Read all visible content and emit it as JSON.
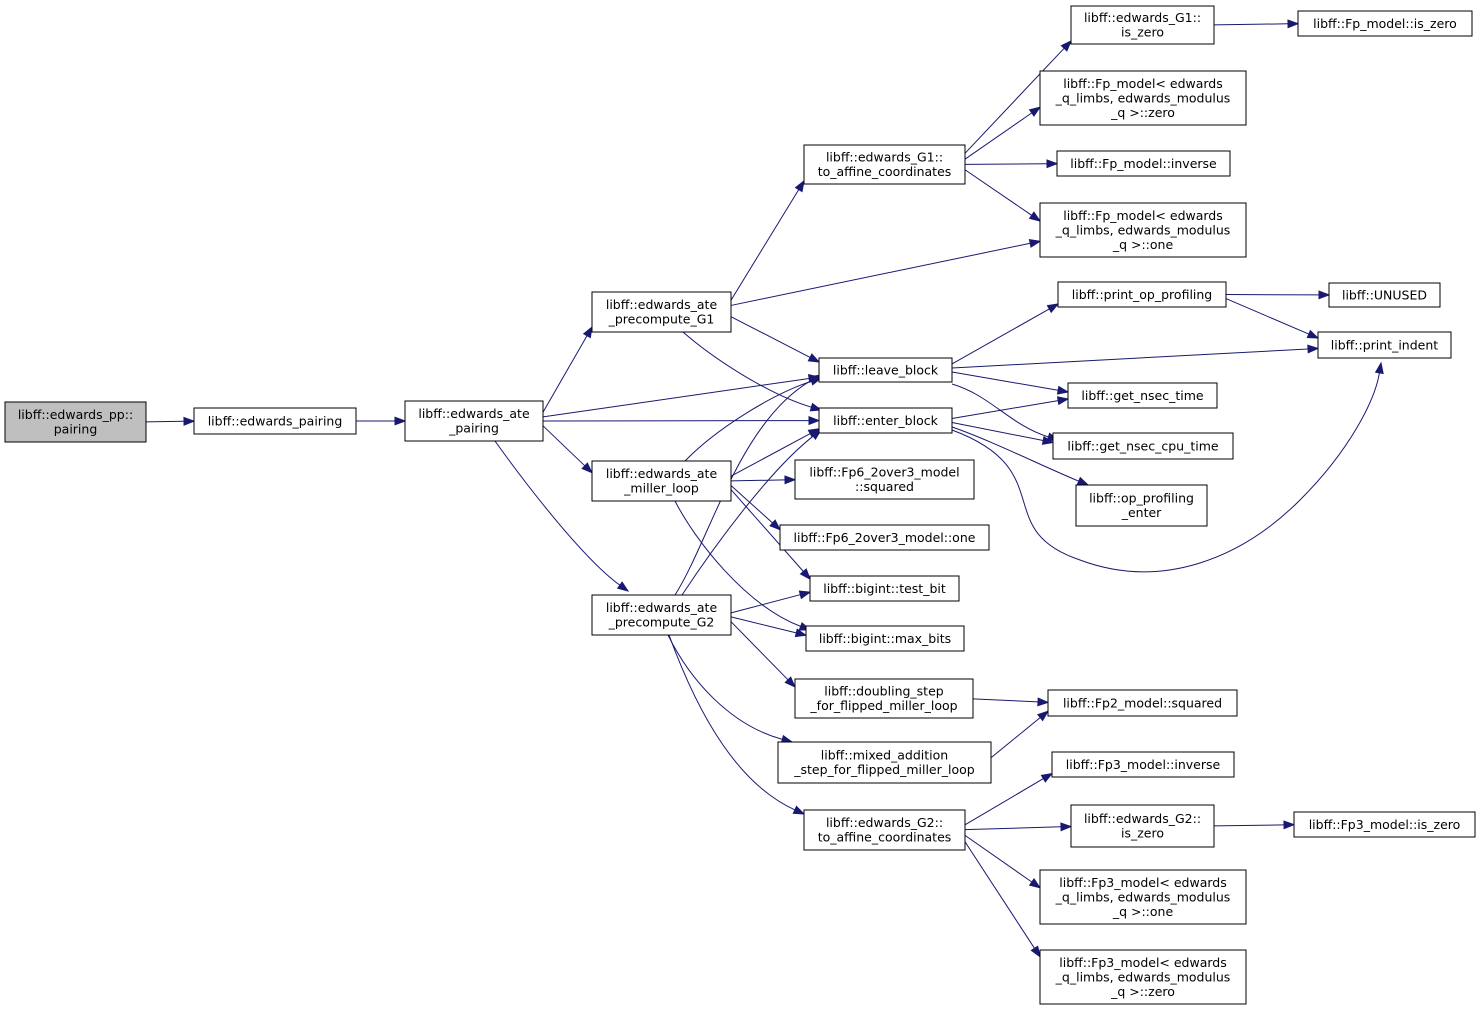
{
  "graph": {
    "edge_color": "#191970",
    "root_fill": "#bfbfbf",
    "node_fill": "#ffffff",
    "nodes": [
      {
        "id": "pp_pairing",
        "lines": [
          "libff::edwards_pp::",
          "pairing"
        ],
        "root": true
      },
      {
        "id": "edwards_pairing",
        "lines": [
          "libff::edwards_pairing"
        ]
      },
      {
        "id": "ate_pairing",
        "lines": [
          "libff::edwards_ate",
          "_pairing"
        ]
      },
      {
        "id": "precompute_G1",
        "lines": [
          "libff::edwards_ate",
          "_precompute_G1"
        ]
      },
      {
        "id": "miller_loop",
        "lines": [
          "libff::edwards_ate",
          "_miller_loop"
        ]
      },
      {
        "id": "precompute_G2",
        "lines": [
          "libff::edwards_ate",
          "_precompute_G2"
        ]
      },
      {
        "id": "G1_to_affine",
        "lines": [
          "libff::edwards_G1::",
          "to_affine_coordinates"
        ]
      },
      {
        "id": "leave_block",
        "lines": [
          "libff::leave_block"
        ]
      },
      {
        "id": "enter_block",
        "lines": [
          "libff::enter_block"
        ]
      },
      {
        "id": "fp6_squared",
        "lines": [
          "libff::Fp6_2over3_model",
          "::squared"
        ]
      },
      {
        "id": "fp6_one",
        "lines": [
          "libff::Fp6_2over3_model::one"
        ]
      },
      {
        "id": "test_bit",
        "lines": [
          "libff::bigint::test_bit"
        ]
      },
      {
        "id": "max_bits",
        "lines": [
          "libff::bigint::max_bits"
        ]
      },
      {
        "id": "doubling_step",
        "lines": [
          "libff::doubling_step",
          "_for_flipped_miller_loop"
        ]
      },
      {
        "id": "mixed_addition",
        "lines": [
          "libff::mixed_addition",
          "_step_for_flipped_miller_loop"
        ]
      },
      {
        "id": "G2_to_affine",
        "lines": [
          "libff::edwards_G2::",
          "to_affine_coordinates"
        ]
      },
      {
        "id": "G1_is_zero",
        "lines": [
          "libff::edwards_G1::",
          "is_zero"
        ]
      },
      {
        "id": "fpq_zero",
        "lines": [
          "libff::Fp_model< edwards",
          "_q_limbs, edwards_modulus",
          "_q >::zero"
        ]
      },
      {
        "id": "fp_inverse",
        "lines": [
          "libff::Fp_model::inverse"
        ]
      },
      {
        "id": "fpq_one",
        "lines": [
          "libff::Fp_model< edwards",
          "_q_limbs, edwards_modulus",
          "_q >::one"
        ]
      },
      {
        "id": "print_op_profiling",
        "lines": [
          "libff::print_op_profiling"
        ]
      },
      {
        "id": "get_nsec_time",
        "lines": [
          "libff::get_nsec_time"
        ]
      },
      {
        "id": "get_nsec_cpu_time",
        "lines": [
          "libff::get_nsec_cpu_time"
        ]
      },
      {
        "id": "op_profiling_enter",
        "lines": [
          "libff::op_profiling",
          "_enter"
        ]
      },
      {
        "id": "fp2_squared",
        "lines": [
          "libff::Fp2_model::squared"
        ]
      },
      {
        "id": "fp3_inverse",
        "lines": [
          "libff::Fp3_model::inverse"
        ]
      },
      {
        "id": "G2_is_zero",
        "lines": [
          "libff::edwards_G2::",
          "is_zero"
        ]
      },
      {
        "id": "fp3q_one",
        "lines": [
          "libff::Fp3_model< edwards",
          "_q_limbs, edwards_modulus",
          "_q >::one"
        ]
      },
      {
        "id": "fp3q_zero",
        "lines": [
          "libff::Fp3_model< edwards",
          "_q_limbs, edwards_modulus",
          "_q >::zero"
        ]
      },
      {
        "id": "fp_is_zero",
        "lines": [
          "libff::Fp_model::is_zero"
        ]
      },
      {
        "id": "unused",
        "lines": [
          "libff::UNUSED"
        ]
      },
      {
        "id": "print_indent",
        "lines": [
          "libff::print_indent"
        ]
      },
      {
        "id": "fp3_is_zero",
        "lines": [
          "libff::Fp3_model::is_zero"
        ]
      }
    ],
    "edges": [
      [
        "pp_pairing",
        "edwards_pairing"
      ],
      [
        "edwards_pairing",
        "ate_pairing"
      ],
      [
        "ate_pairing",
        "precompute_G1"
      ],
      [
        "ate_pairing",
        "leave_block"
      ],
      [
        "ate_pairing",
        "enter_block"
      ],
      [
        "ate_pairing",
        "miller_loop"
      ],
      [
        "ate_pairing",
        "precompute_G2"
      ],
      [
        "precompute_G1",
        "G1_to_affine"
      ],
      [
        "precompute_G1",
        "fpq_one"
      ],
      [
        "precompute_G1",
        "leave_block"
      ],
      [
        "precompute_G1",
        "enter_block"
      ],
      [
        "G1_to_affine",
        "G1_is_zero"
      ],
      [
        "G1_to_affine",
        "fpq_zero"
      ],
      [
        "G1_to_affine",
        "fp_inverse"
      ],
      [
        "G1_to_affine",
        "fpq_one"
      ],
      [
        "G1_is_zero",
        "fp_is_zero"
      ],
      [
        "miller_loop",
        "leave_block"
      ],
      [
        "miller_loop",
        "enter_block"
      ],
      [
        "miller_loop",
        "fp6_squared"
      ],
      [
        "miller_loop",
        "fp6_one"
      ],
      [
        "miller_loop",
        "test_bit"
      ],
      [
        "miller_loop",
        "max_bits"
      ],
      [
        "precompute_G2",
        "leave_block"
      ],
      [
        "precompute_G2",
        "enter_block"
      ],
      [
        "precompute_G2",
        "test_bit"
      ],
      [
        "precompute_G2",
        "max_bits"
      ],
      [
        "precompute_G2",
        "doubling_step"
      ],
      [
        "precompute_G2",
        "mixed_addition"
      ],
      [
        "precompute_G2",
        "G2_to_affine"
      ],
      [
        "leave_block",
        "print_op_profiling"
      ],
      [
        "leave_block",
        "print_indent"
      ],
      [
        "leave_block",
        "get_nsec_time"
      ],
      [
        "leave_block",
        "get_nsec_cpu_time"
      ],
      [
        "enter_block",
        "get_nsec_time"
      ],
      [
        "enter_block",
        "get_nsec_cpu_time"
      ],
      [
        "enter_block",
        "op_profiling_enter"
      ],
      [
        "enter_block",
        "print_indent"
      ],
      [
        "print_op_profiling",
        "unused"
      ],
      [
        "print_op_profiling",
        "print_indent"
      ],
      [
        "doubling_step",
        "fp2_squared"
      ],
      [
        "mixed_addition",
        "fp2_squared"
      ],
      [
        "G2_to_affine",
        "fp3_inverse"
      ],
      [
        "G2_to_affine",
        "G2_is_zero"
      ],
      [
        "G2_to_affine",
        "fp3q_one"
      ],
      [
        "G2_to_affine",
        "fp3q_zero"
      ],
      [
        "G2_is_zero",
        "fp3_is_zero"
      ]
    ]
  }
}
